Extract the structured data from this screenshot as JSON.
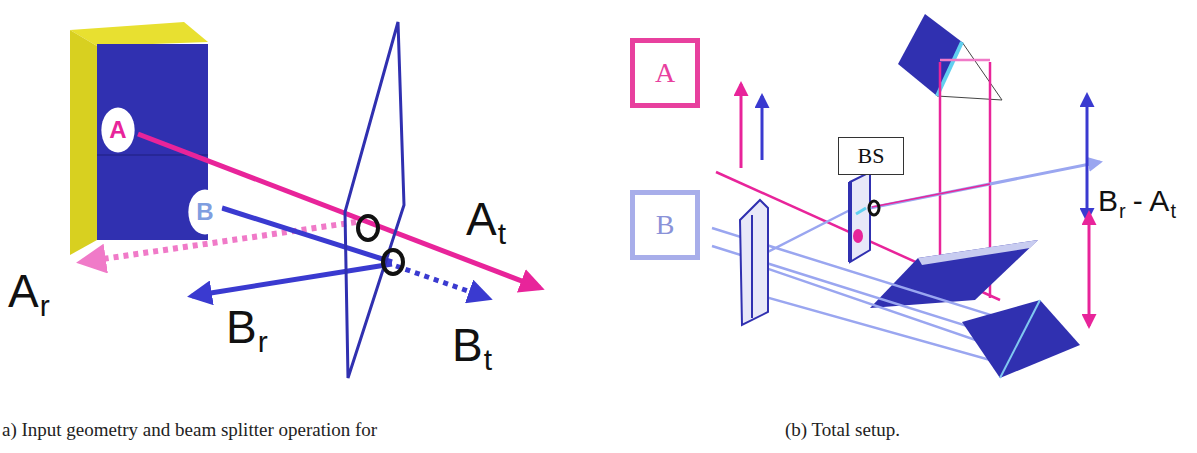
{
  "diagram": {
    "nodes": [
      {
        "text": [
          "A"
        ]
      },
      {
        "text": [
          "B"
        ]
      },
      {
        "text": [
          "A"
        ]
      },
      {
        "text": [
          "B"
        ]
      },
      {
        "text": [
          "BS"
        ]
      }
    ],
    "labels": [
      "A",
      "t",
      "A",
      "r",
      "B",
      "r",
      "B",
      "t",
      "B",
      "r",
      "- A",
      "t",
      "a) Input geometry and beam splitter operation for",
      "(b) Total setup."
    ]
  }
}
